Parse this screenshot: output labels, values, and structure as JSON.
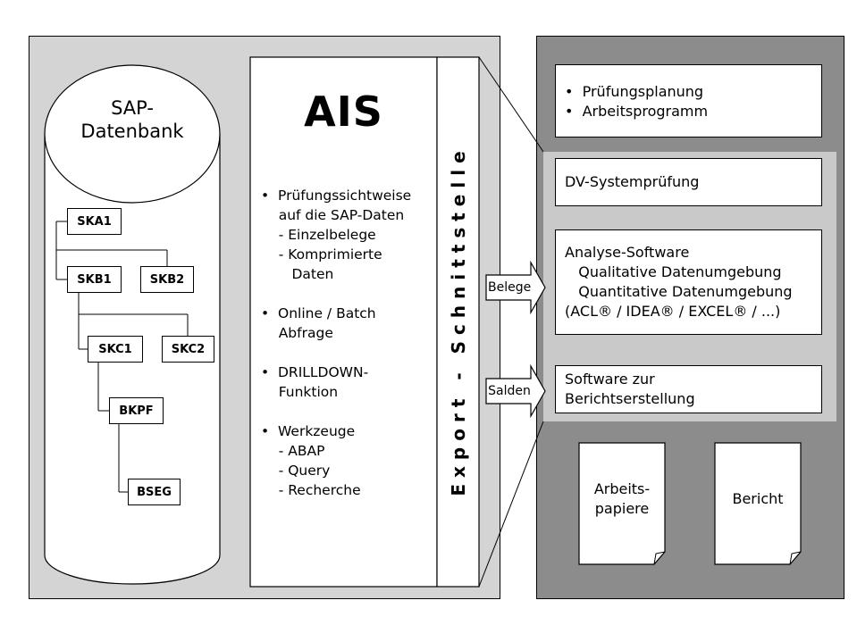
{
  "database": {
    "title_line1": "SAP-",
    "title_line2": "Datenbank",
    "nodes": {
      "ska1": "SKA1",
      "skb1": "SKB1",
      "skb2": "SKB2",
      "skc1": "SKC1",
      "skc2": "SKC2",
      "bkpf": "BKPF",
      "bseg": "BSEG"
    }
  },
  "ais": {
    "title": "AIS",
    "text": "•  Prüfungssichtweise\n    auf die SAP-Daten\n    - Einzelbelege\n    - Komprimierte\n       Daten\n\n•  Online / Batch\n    Abfrage\n\n•  DRILLDOWN-\n    Funktion\n\n•  Werkzeuge\n    - ABAP\n    - Query\n    - Recherche"
  },
  "interface": {
    "label": "Export - Schnittstelle"
  },
  "arrows": {
    "belege": "Belege",
    "salden": "Salden"
  },
  "right": {
    "box_planning": "•  Prüfungsplanung\n•  Arbeitsprogramm",
    "box_dv": "DV-Systemprüfung",
    "box_analysis": "Analyse-Software\n   Qualitative Datenumgebung\n   Quantitative Datenumgebung\n(ACL® / IDEA® / EXCEL® / ...)",
    "box_report_sw": "Software zur\nBerichtserstellung",
    "doc_workpapers": "Arbeits-\npapiere",
    "doc_report": "Bericht"
  },
  "colors": {
    "left_panel": "#d4d4d4",
    "right_panel": "#8c8c8c",
    "highlight_band": "#c9c9c9"
  }
}
